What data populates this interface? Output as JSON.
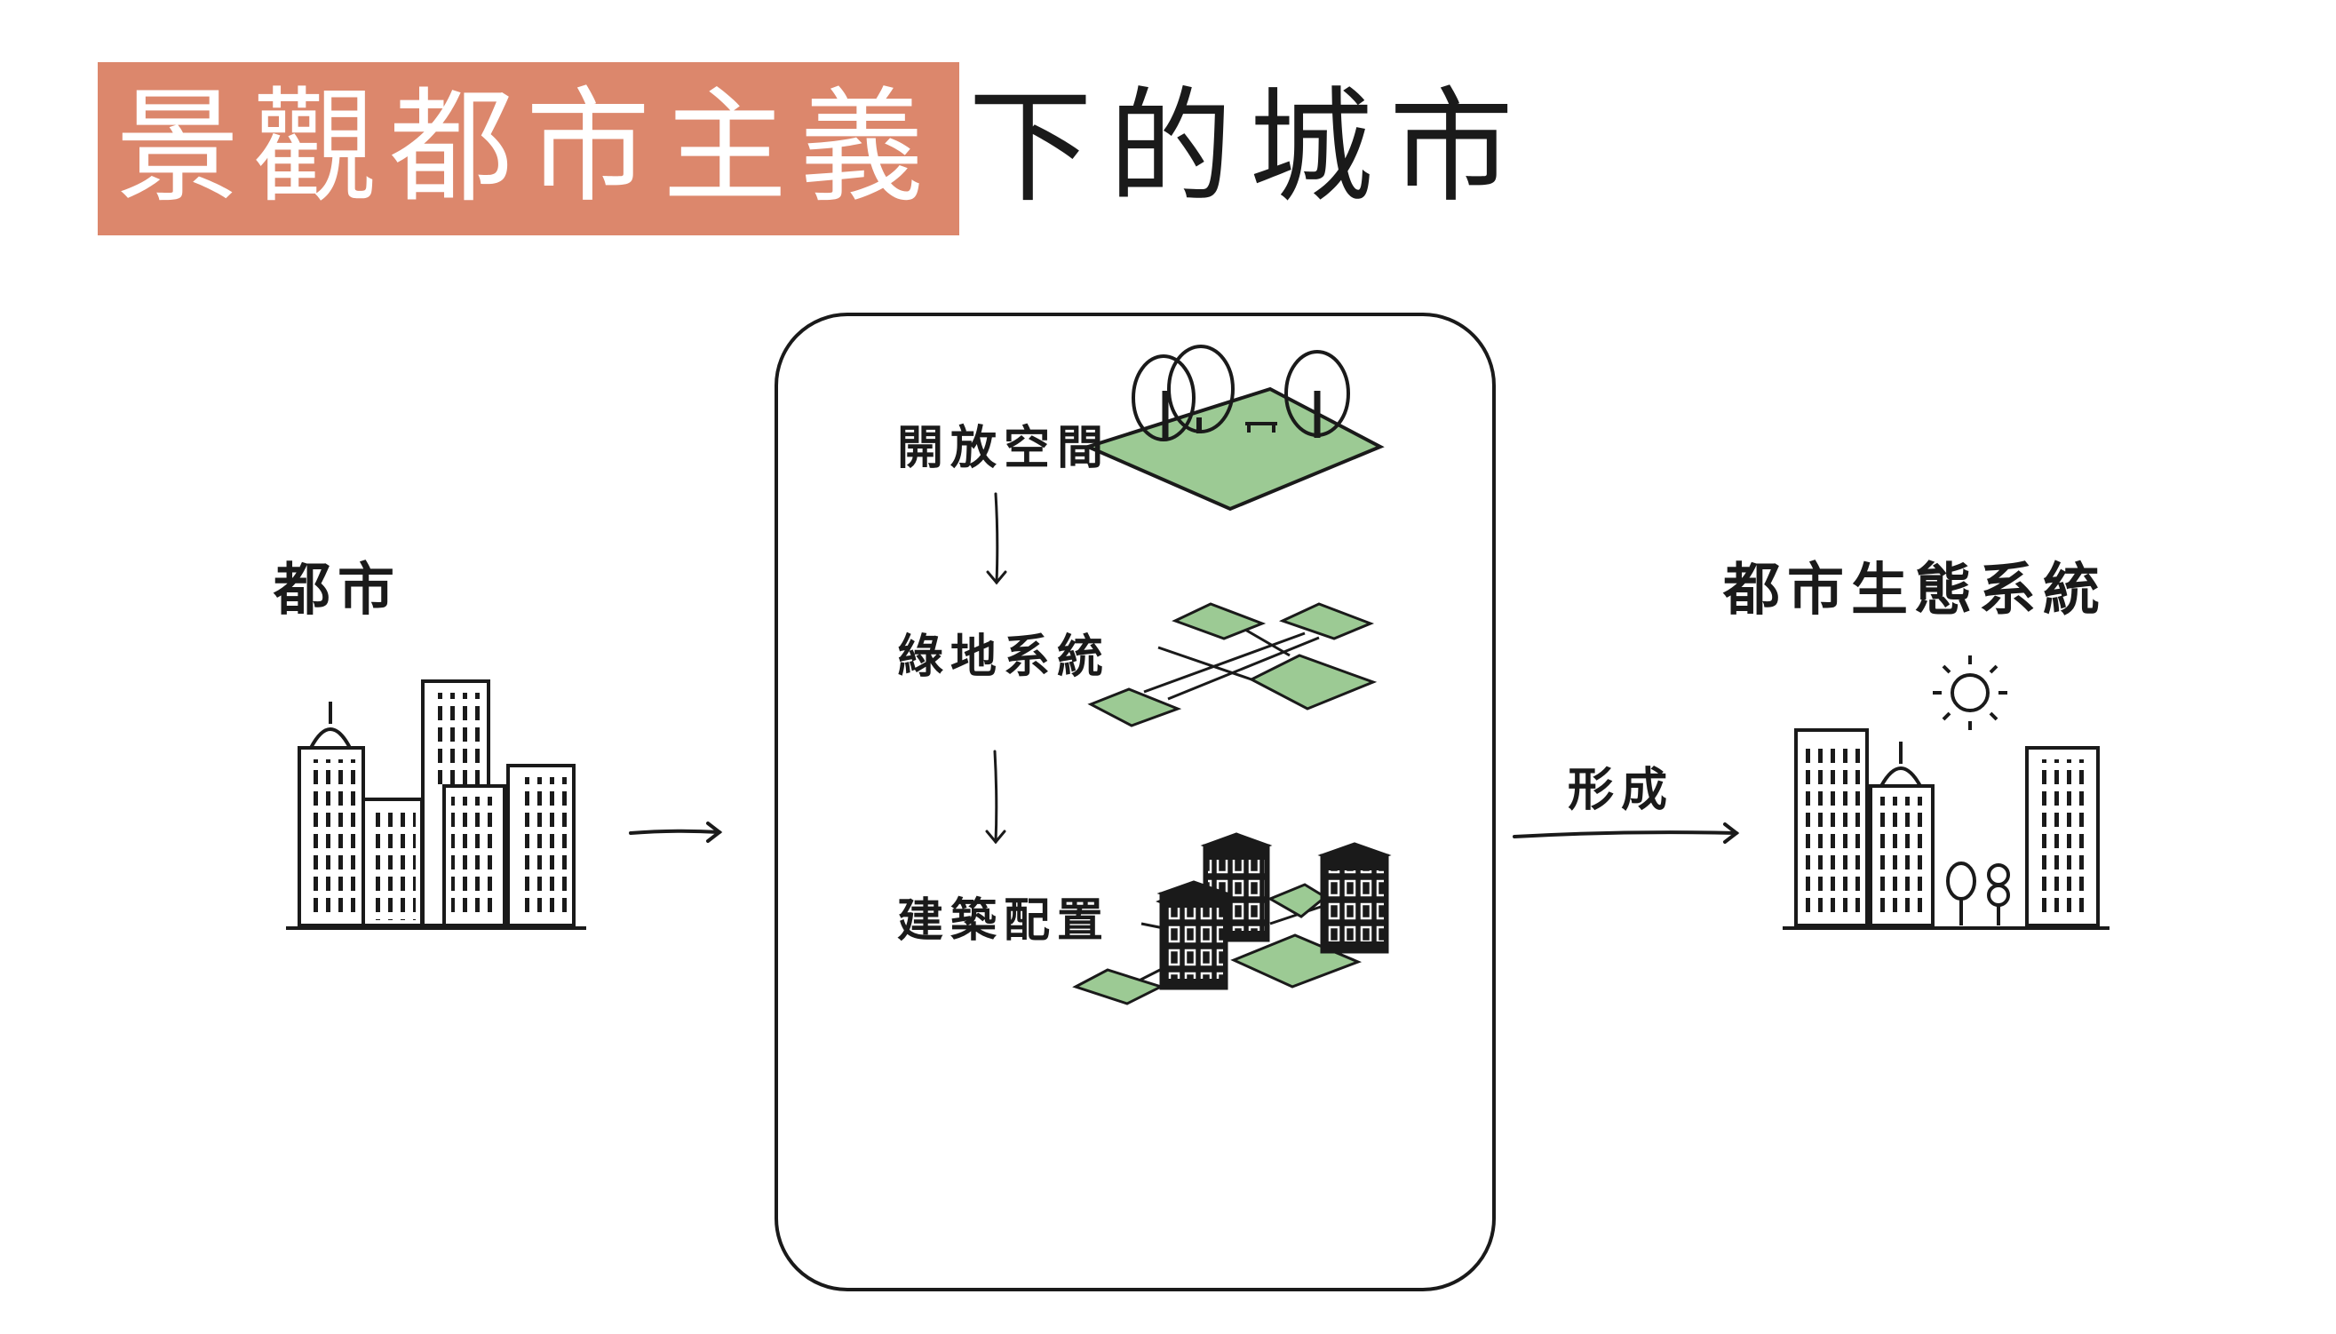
{
  "title": {
    "highlight": "景觀都市主義",
    "rest": "下的城市"
  },
  "left": {
    "label": "都市"
  },
  "middle": {
    "steps": [
      {
        "label": "開放空間"
      },
      {
        "label": "綠地系統"
      },
      {
        "label": "建築配置"
      }
    ]
  },
  "right": {
    "arrow_label": "形成",
    "label": "都市生態系統"
  },
  "colors": {
    "title_bg": "#dc876c",
    "green": "#9cca94",
    "ink": "#1a1a1a"
  }
}
